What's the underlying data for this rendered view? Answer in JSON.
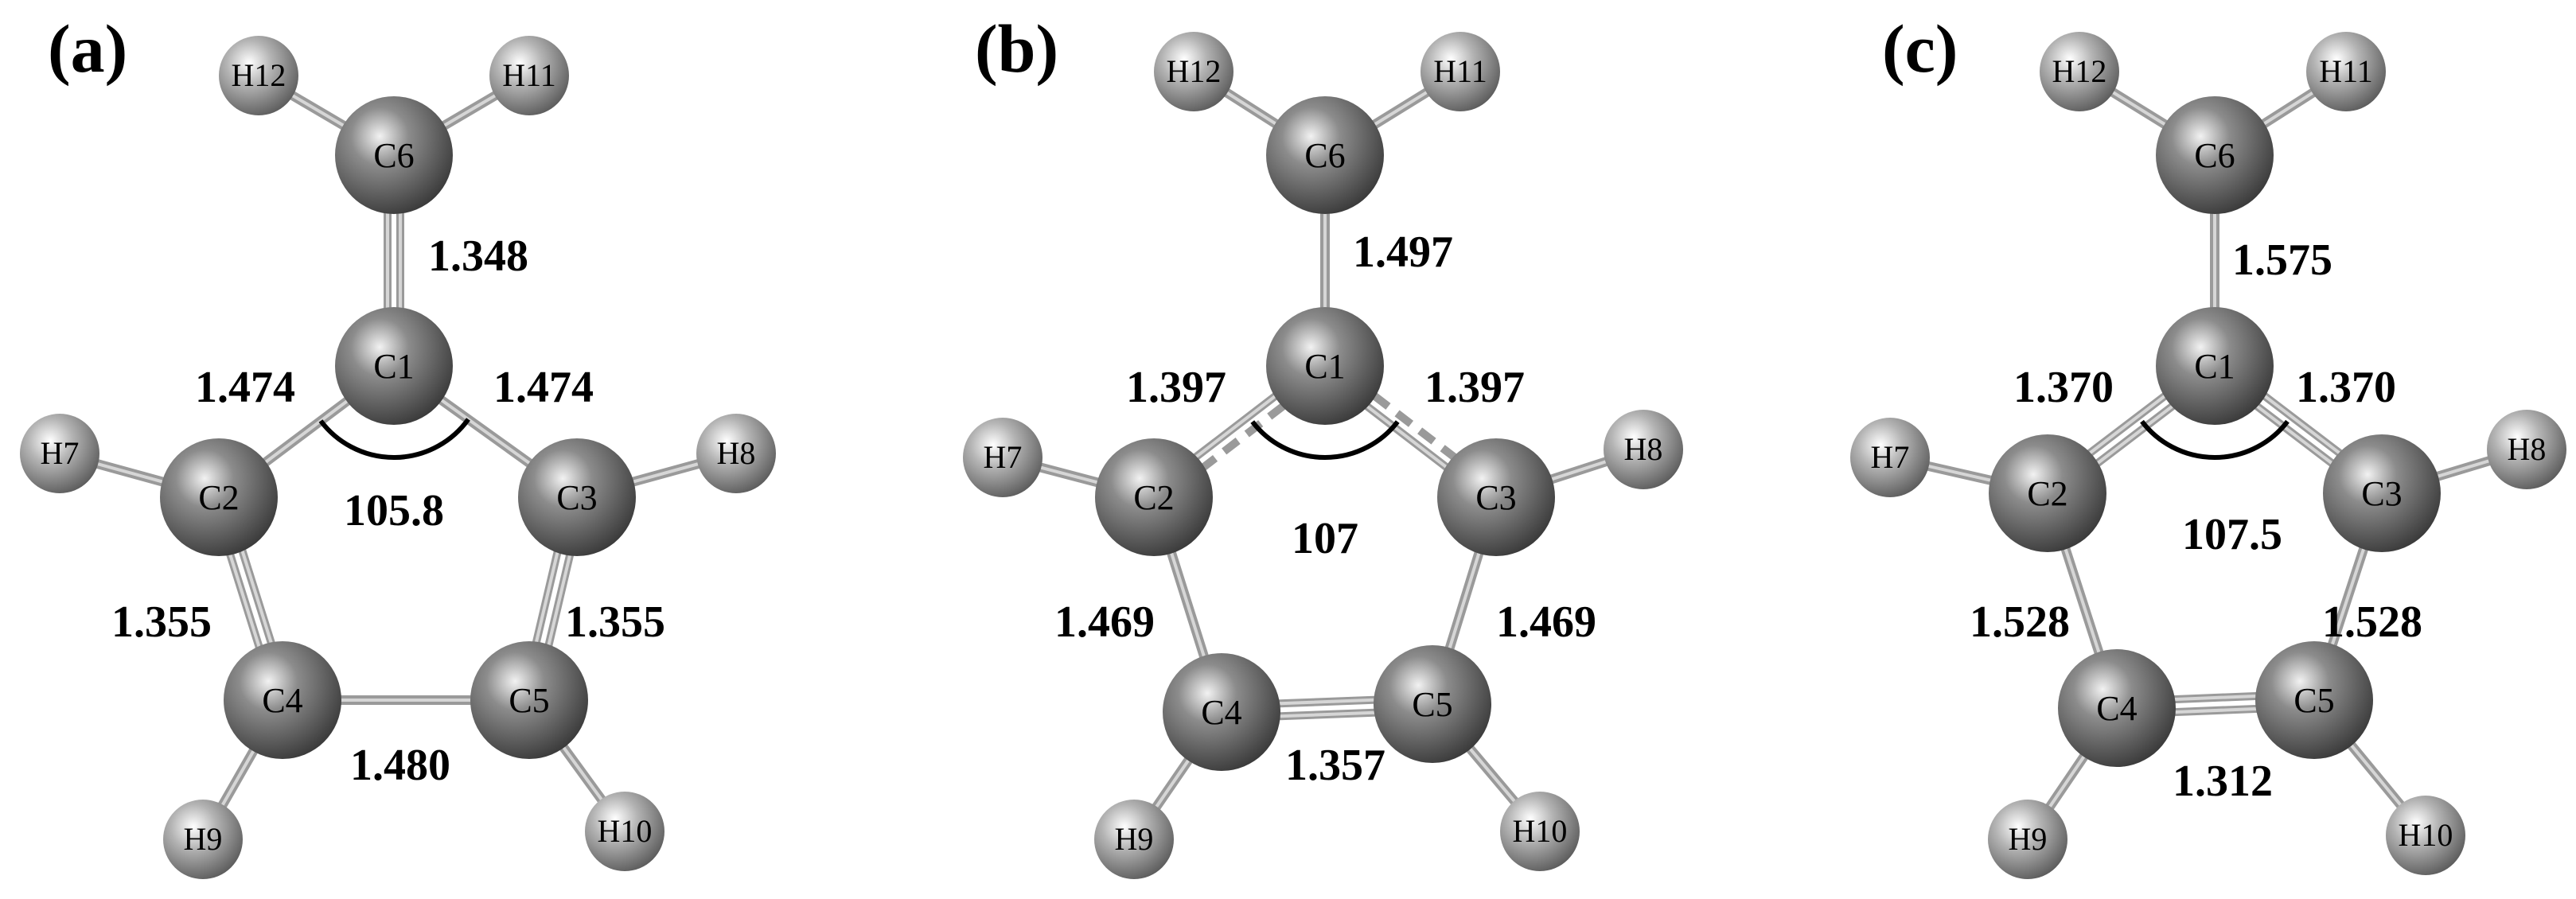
{
  "colors": {
    "background": "#ffffff",
    "bond": "#9a9a9a",
    "bond_light": "#d6d6d6",
    "carbon": "#7a7a7a",
    "hydrogen": "#a8a8a8",
    "text": "#000000",
    "angle_arc": "#000000"
  },
  "panels": [
    {
      "label": "(a)",
      "atoms": [
        "C1",
        "C2",
        "C3",
        "C4",
        "C5",
        "C6",
        "H7",
        "H8",
        "H9",
        "H10",
        "H11",
        "H12"
      ],
      "bonds": [
        {
          "a": "C6",
          "b": "C1",
          "order": "double",
          "value": "1.348"
        },
        {
          "a": "C1",
          "b": "C2",
          "order": "single",
          "value": "1.474"
        },
        {
          "a": "C1",
          "b": "C3",
          "order": "single",
          "value": "1.474"
        },
        {
          "a": "C2",
          "b": "C4",
          "order": "double",
          "value": "1.355"
        },
        {
          "a": "C3",
          "b": "C5",
          "order": "double",
          "value": "1.355"
        },
        {
          "a": "C4",
          "b": "C5",
          "order": "single",
          "value": "1.480"
        },
        {
          "a": "C2",
          "b": "H7",
          "order": "single",
          "value": ""
        },
        {
          "a": "C3",
          "b": "H8",
          "order": "single",
          "value": ""
        },
        {
          "a": "C4",
          "b": "H9",
          "order": "single",
          "value": ""
        },
        {
          "a": "C5",
          "b": "H10",
          "order": "single",
          "value": ""
        },
        {
          "a": "C6",
          "b": "H11",
          "order": "single",
          "value": ""
        },
        {
          "a": "C6",
          "b": "H12",
          "order": "single",
          "value": ""
        }
      ],
      "angle": {
        "value": "105.8"
      }
    },
    {
      "label": "(b)",
      "atoms": [
        "C1",
        "C2",
        "C3",
        "C4",
        "C5",
        "C6",
        "H7",
        "H8",
        "H9",
        "H10",
        "H11",
        "H12"
      ],
      "bonds": [
        {
          "a": "C6",
          "b": "C1",
          "order": "single",
          "value": "1.497"
        },
        {
          "a": "C1",
          "b": "C2",
          "order": "partial",
          "value": "1.397"
        },
        {
          "a": "C1",
          "b": "C3",
          "order": "partial",
          "value": "1.397"
        },
        {
          "a": "C2",
          "b": "C4",
          "order": "single",
          "value": "1.469"
        },
        {
          "a": "C3",
          "b": "C5",
          "order": "single",
          "value": "1.469"
        },
        {
          "a": "C4",
          "b": "C5",
          "order": "double",
          "value": "1.357"
        },
        {
          "a": "C2",
          "b": "H7",
          "order": "single",
          "value": ""
        },
        {
          "a": "C3",
          "b": "H8",
          "order": "single",
          "value": ""
        },
        {
          "a": "C4",
          "b": "H9",
          "order": "single",
          "value": ""
        },
        {
          "a": "C5",
          "b": "H10",
          "order": "single",
          "value": ""
        },
        {
          "a": "C6",
          "b": "H11",
          "order": "single",
          "value": ""
        },
        {
          "a": "C6",
          "b": "H12",
          "order": "single",
          "value": ""
        }
      ],
      "angle": {
        "value": "107"
      }
    },
    {
      "label": "(c)",
      "atoms": [
        "C1",
        "C2",
        "C3",
        "C4",
        "C5",
        "C6",
        "H7",
        "H8",
        "H9",
        "H10",
        "H11",
        "H12"
      ],
      "bonds": [
        {
          "a": "C6",
          "b": "C1",
          "order": "single",
          "value": "1.575"
        },
        {
          "a": "C1",
          "b": "C2",
          "order": "double",
          "value": "1.370"
        },
        {
          "a": "C1",
          "b": "C3",
          "order": "double",
          "value": "1.370"
        },
        {
          "a": "C2",
          "b": "C4",
          "order": "single",
          "value": "1.528"
        },
        {
          "a": "C3",
          "b": "C5",
          "order": "single",
          "value": "1.528"
        },
        {
          "a": "C4",
          "b": "C5",
          "order": "double",
          "value": "1.312"
        },
        {
          "a": "C2",
          "b": "H7",
          "order": "single",
          "value": ""
        },
        {
          "a": "C3",
          "b": "H8",
          "order": "single",
          "value": ""
        },
        {
          "a": "C4",
          "b": "H9",
          "order": "single",
          "value": ""
        },
        {
          "a": "C5",
          "b": "H10",
          "order": "single",
          "value": ""
        },
        {
          "a": "C6",
          "b": "H11",
          "order": "single",
          "value": ""
        },
        {
          "a": "C6",
          "b": "H12",
          "order": "single",
          "value": ""
        }
      ],
      "angle": {
        "value": "107.5"
      }
    }
  ]
}
